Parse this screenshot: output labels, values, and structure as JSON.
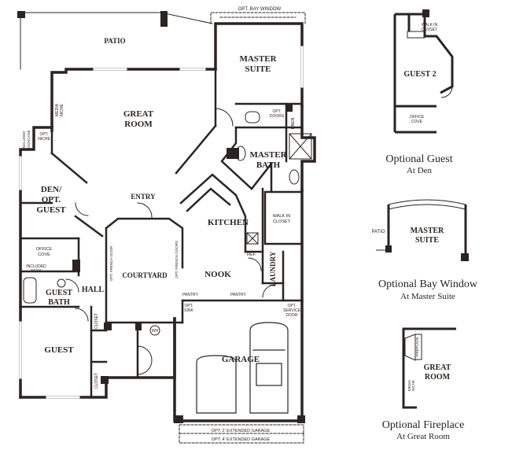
{
  "main_plan": {
    "rooms": {
      "patio": "PATIO",
      "master_suite_1": "MASTER",
      "master_suite_2": "SUITE",
      "great_room_1": "GREAT",
      "great_room_2": "ROOM",
      "master_bath_1": "MASTER",
      "master_bath_2": "BATH",
      "den_1": "DEN/",
      "den_2": "OPT.",
      "den_3": "GUEST",
      "entry": "ENTRY",
      "kitchen": "KITCHEN",
      "courtyard": "COURTYARD",
      "nook": "NOOK",
      "laundry": "LAUNDRY",
      "hall": "HALL",
      "guest_bath_1": "GUEST",
      "guest_bath_2": "BATH",
      "guest": "GUEST",
      "garage": "GARAGE"
    },
    "small_labels": {
      "opt_bay_window": "OPT. BAY WINDOW",
      "media_niche_1": "MEDIA",
      "media_niche_2": "NICHE",
      "included_bookcase_1": "INCLUDED",
      "included_bookcase_2": "BOOKCASE",
      "opt_niche_1": "OPT.",
      "opt_niche_2": "NICHE",
      "opt_doors_1": "OPT.",
      "opt_doors_2": "DOORS",
      "linen": "LINEN",
      "walk_in_closet_1": "WALK IN",
      "walk_in_closet_2": "CLOSET",
      "office_cove_1": "OFFICE",
      "office_cove_2": "COVE",
      "included_desk_1": "INCLUDED",
      "included_desk_2": "DESK",
      "opt_french_door_left": "OPT. FRENCH DOOR",
      "opt_french_doors_right": "OPT. FRENCH DOORS",
      "ref": "REF.",
      "pantry_1": "PANTRY",
      "pantry_2": "PANTRY",
      "opt_sink_1": "OPT.",
      "opt_sink_2": "SINK",
      "opt_service_door_1": "OPT.",
      "opt_service_door_2": "SERVICE",
      "opt_service_door_3": "DOOR",
      "closet_1": "CLOSET",
      "closet_2": "CLOSET",
      "wh": "WH",
      "opt_2_extended_garage": "OPT. 2' EXTENDED GARAGE",
      "opt_4_extended_garage": "OPT. 4' EXTENDED GARAGE"
    }
  },
  "options": [
    {
      "caption": "Optional Guest",
      "subcaption": "At Den",
      "labels": {
        "room_1": "GUEST 2",
        "closet_1": "WALK IN",
        "closet_2": "CLOSET",
        "cove_1": "OFFICE",
        "cove_2": "COVE"
      }
    },
    {
      "caption": "Optional Bay Window",
      "subcaption": "At Master Suite",
      "labels": {
        "patio": "PATIO",
        "room_1": "MASTER",
        "room_2": "SUITE"
      }
    },
    {
      "caption": "Optional Fireplace",
      "subcaption": "At Great Room",
      "labels": {
        "room_1": "GREAT",
        "room_2": "ROOM",
        "fireplace": "FIREPLACE",
        "media_1": "MEDIA",
        "media_2": "NICHE"
      }
    }
  ]
}
